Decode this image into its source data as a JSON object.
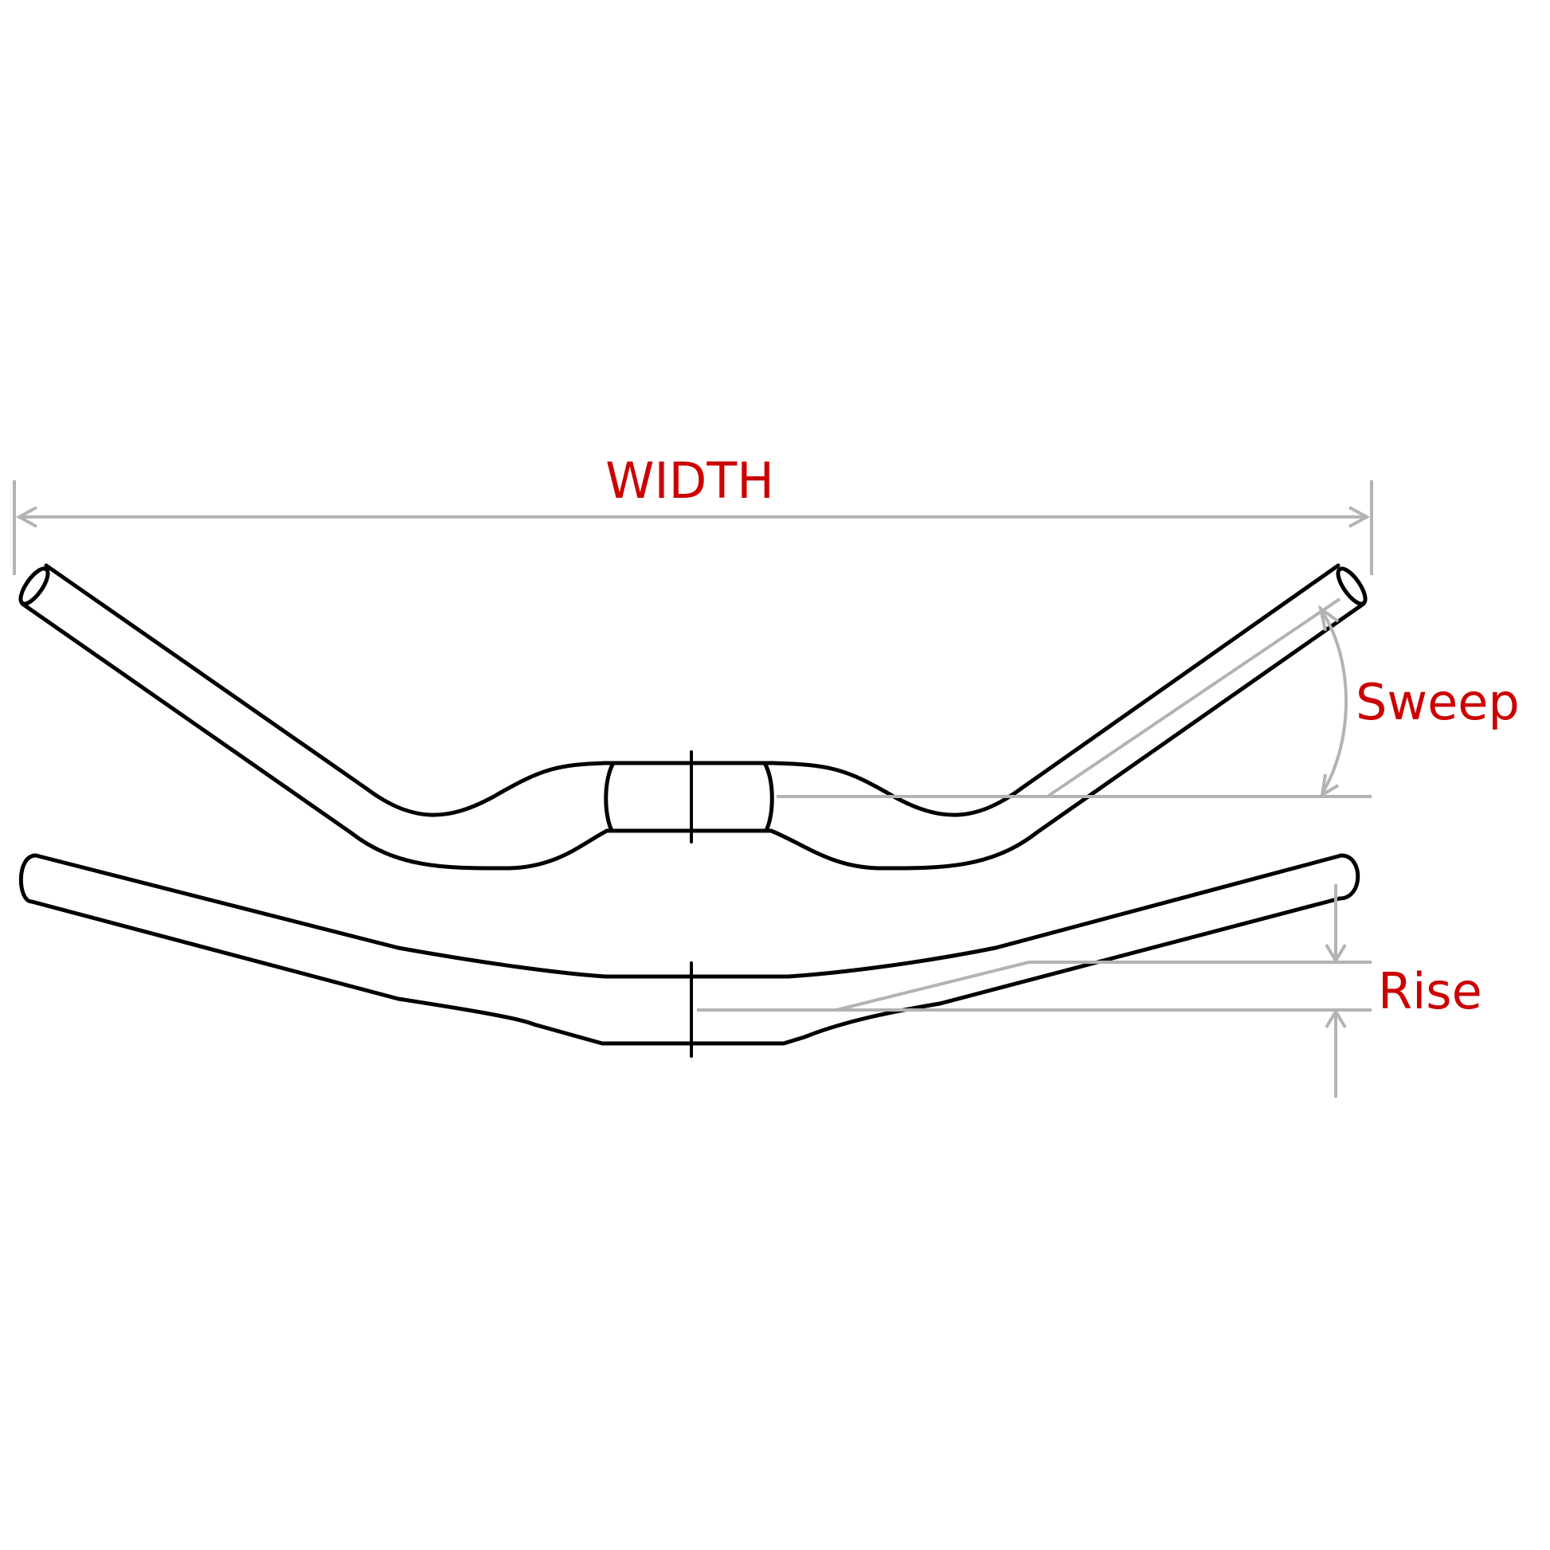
{
  "diagram": {
    "labels": {
      "width": "WIDTH",
      "sweep": "Sweep",
      "rise": "Rise"
    },
    "colors": {
      "label": "#cc0000",
      "outline": "#000000",
      "dimension": "#b3b3b3",
      "background": "#ffffff"
    }
  }
}
